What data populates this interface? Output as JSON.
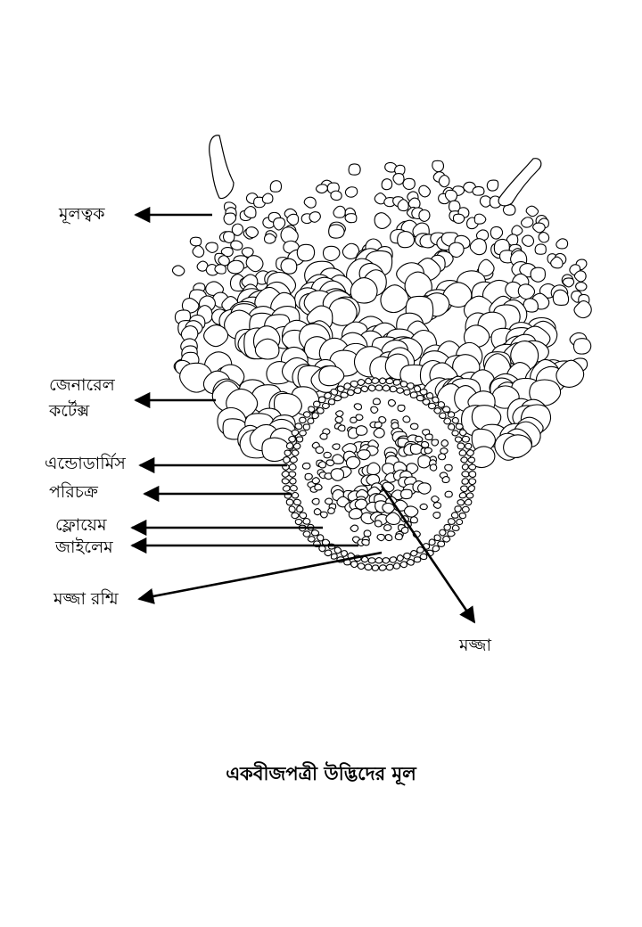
{
  "labels": {
    "epiblema": "মূলত্বক",
    "cortex_line1": "জেনারেল",
    "cortex_line2": "কর্টেক্স",
    "endodermis": "এন্ডোডার্মিস",
    "pericycle": "পরিচক্র",
    "phloem": "ফ্লোয়েম",
    "xylem": "জাইলেম",
    "medullary_ray": "মজ্জা রশ্মি",
    "pith": "মজ্জা"
  },
  "caption": "একবীজপত্রী উদ্ভিদের মূল",
  "colors": {
    "ink": "#000000",
    "cell_fill": "#ffffff",
    "background": "#ffffff"
  }
}
